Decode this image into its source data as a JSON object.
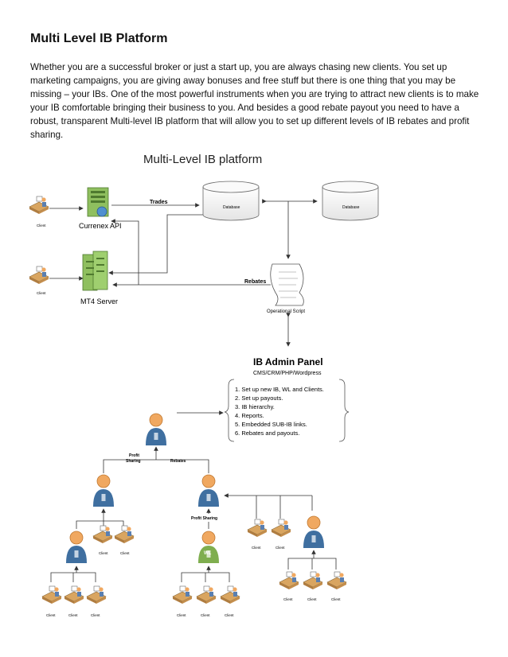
{
  "page": {
    "title": "Multi Level IB Platform",
    "intro": "Whether you are a successful broker or just a start up, you are always chasing new clients. You set up marketing campaigns, you are giving away bonuses and free stuff but there is one thing that you may be missing – your IBs. One of the most powerful instruments when you are trying to attract new clients is to make your IB comfortable bringing their business to you. And besides a good rebate payout you need to have a robust, transparent Multi-level IB platform that will allow you to set up different levels of IB rebates and profit sharing."
  },
  "diagram": {
    "title": "Multi-Level IB platform",
    "client_label": "Client",
    "currenex_label": "Currenex API",
    "mt4_label": "MT4 Server",
    "trades_label": "Trades",
    "rebates_label": "Rebates",
    "database_label": "Database",
    "script_label": "Operational Script",
    "admin_title": "IB Admin Panel",
    "admin_subtitle": "CMS/CRM/PHP/Wordpress",
    "admin_items": [
      "1. Set up new IB, WL and Clients.",
      "2. Set up payouts.",
      "3. IB hierarchy.",
      "4. Reports.",
      "5. Embedded SUB-IB links.",
      "6. Rebates and payouts."
    ],
    "profit_label_1": "Profit",
    "profit_label_2": "Sharing",
    "profit_sharing_label": "Profit Sharing",
    "tree_rebates_label": "Rebates",
    "wl_label": "WL"
  },
  "colors": {
    "server_green": "#8fbf5f",
    "person_blue": "#3f6fa0",
    "person_green": "#7fae4f",
    "skin": "#f0a860",
    "line": "#333333"
  }
}
